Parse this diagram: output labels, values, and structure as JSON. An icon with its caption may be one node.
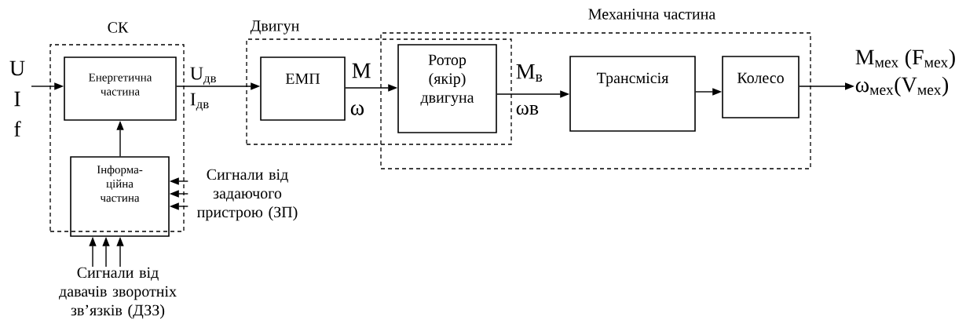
{
  "diagram": {
    "nodes": [
      {
        "text": [
          "СК"
        ]
      },
      {
        "text": [
          "Енергетична частина"
        ],
        "in": 0
      },
      {
        "text": [
          "Інформа-ційна частина"
        ],
        "in": 0
      },
      {
        "text": [
          "Двигун"
        ]
      },
      {
        "text": [
          "ЕМП"
        ],
        "in": 3
      },
      {
        "text": [
          "Механічна частина"
        ]
      },
      {
        "text": [
          "Ротор (якір) двигуна"
        ]
      },
      {
        "text": [
          "Трансмісія"
        ],
        "in": 5
      },
      {
        "text": [
          "Колесо"
        ],
        "in": 5
      },
      {
        "text": [
          "Сигнали від задаючого пристрою (ЗП)"
        ]
      },
      {
        "text": [
          "Сигнали від давачів зворотніх зв’язків (ДЗЗ)"
        ]
      },
      {
        "text": [
          "M$_{мех}$ (F$_{мех}$)",
          "ω$_{мех}$(V$_{мех}$)"
        ]
      }
    ],
    "edges": [
      {
        "from": null,
        "to": 1,
        "arrow": "to"
      },
      {
        "from": 1,
        "to": 4,
        "arrow": "to"
      },
      {
        "from": 4,
        "to": 6,
        "arrow": "to"
      },
      {
        "from": 6,
        "to": 7,
        "arrow": "to"
      },
      {
        "from": 7,
        "to": 8,
        "arrow": "to"
      },
      {
        "from": 8,
        "to": 11,
        "arrow": "to"
      },
      {
        "from": 2,
        "to": 1,
        "arrow": "to"
      },
      {
        "from": 9,
        "to": 2,
        "arrow": "to"
      },
      {
        "from": 9,
        "to": 2,
        "arrow": "to"
      },
      {
        "from": 9,
        "to": 2,
        "arrow": "to"
      },
      {
        "from": 10,
        "to": 2,
        "arrow": "to"
      },
      {
        "from": 10,
        "to": 2,
        "arrow": "to"
      },
      {
        "from": 10,
        "to": 2,
        "arrow": "to"
      }
    ],
    "labels": [
      "U",
      "I",
      "f",
      "U$_{дв}$",
      "I$_{дв}$",
      "M",
      "ω",
      "M$_{в}$",
      "ωв"
    ]
  }
}
